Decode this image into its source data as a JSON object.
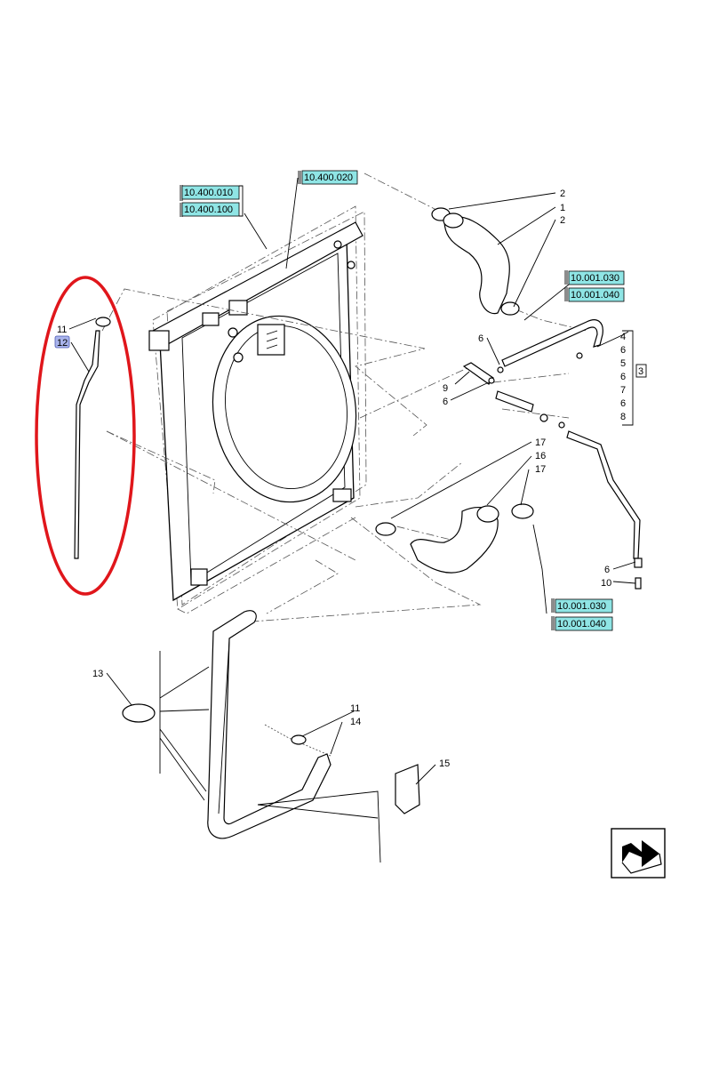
{
  "refs": {
    "r1": "10.400.010",
    "r2": "10.400.100",
    "r3": "10.400.020",
    "r4": "10.001.030",
    "r5": "10.001.040",
    "r6": "10.001.030",
    "r7": "10.001.040"
  },
  "callouts": {
    "c2a": "2",
    "c1": "1",
    "c2b": "2",
    "c4": "4",
    "c6a": "6",
    "c5": "5",
    "c6b": "6",
    "c7": "7",
    "c6c": "6",
    "c8": "8",
    "c3": "3",
    "c6d": "6",
    "c9": "9",
    "c6e": "6",
    "c17a": "17",
    "c16": "16",
    "c17b": "17",
    "c6f": "6",
    "c10": "10",
    "c11a": "11",
    "c12": "12",
    "c13": "13",
    "c11b": "11",
    "c14": "14",
    "c15": "15"
  },
  "colors": {
    "reference_fill": "#8fe5e5",
    "selected_item_fill": "#a9b4ec",
    "highlight_ring": "#e0161b"
  },
  "selected_item": "12",
  "nav_icon": "next-page-arrow-icon"
}
